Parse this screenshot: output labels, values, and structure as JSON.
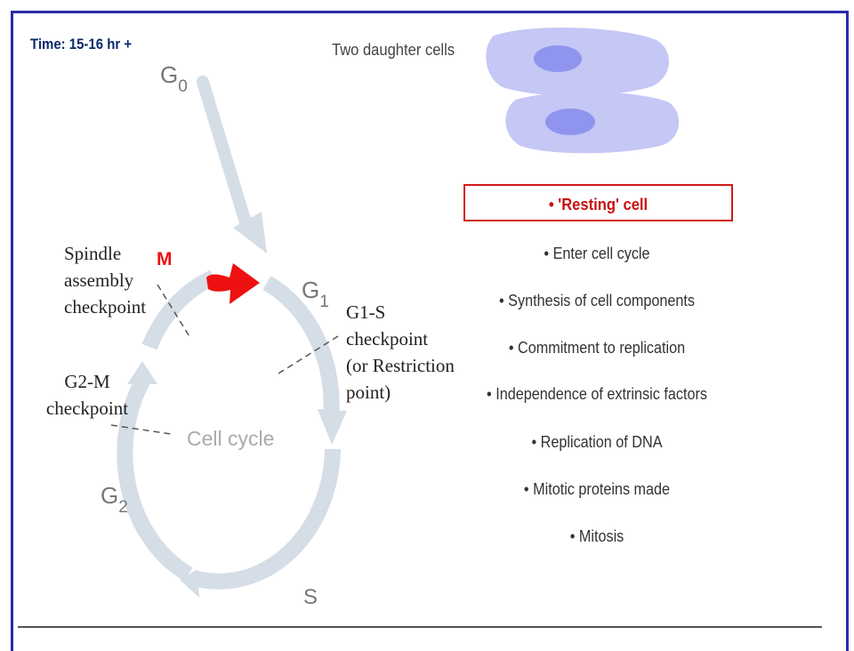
{
  "header": {
    "time": "Time: 15-16 hr +"
  },
  "daughter": {
    "label": "Two daughter cells",
    "cell_color": "#c5c7f5",
    "nucleus_color": "#8f95ee"
  },
  "cycle": {
    "center_label": "Cell cycle",
    "phases": {
      "g0": "G",
      "g0_sub": "0",
      "g1": "G",
      "g1_sub": "1",
      "g2": "G",
      "g2_sub": "2",
      "s": "S",
      "m": "M"
    },
    "arrow_color": "#d5dde6",
    "m_arrow_color": "#ee1111"
  },
  "checkpoints": {
    "spindle": [
      "Spindle",
      "assembly",
      "checkpoint"
    ],
    "g2m": [
      "G2-M",
      "checkpoint"
    ],
    "g1s": [
      "G1-S",
      "checkpoint",
      "(or Restriction",
      "point)"
    ]
  },
  "features": {
    "highlight": "• 'Resting' cell",
    "items": [
      "• Enter cell cycle",
      "• Synthesis of cell components",
      "•  Commitment to replication",
      "•  Independence of extrinsic factors",
      "•  Replication of DNA",
      "•  Mitotic proteins made",
      "•  Mitosis"
    ]
  }
}
